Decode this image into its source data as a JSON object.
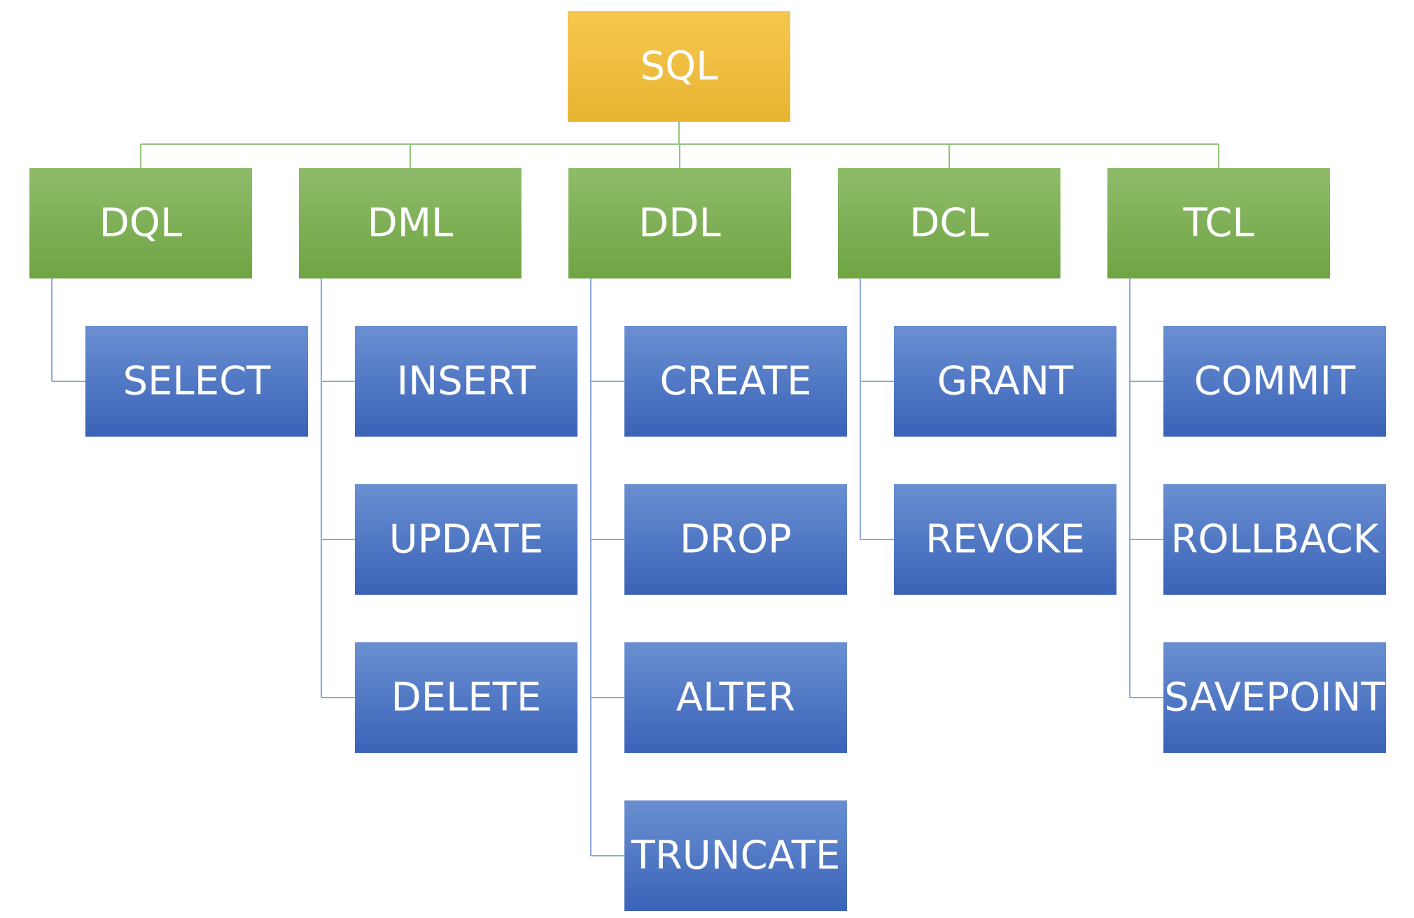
{
  "colors": {
    "root_top": "#f6c74f",
    "root_bottom": "#e8b432",
    "category_top": "#8fbc6b",
    "category_bottom": "#6fa443",
    "command_top": "#6a8fd1",
    "command_bottom": "#3a63b8",
    "root_connector": "#93c47d",
    "leaf_connector": "#8ea9db",
    "text": "#ffffff"
  },
  "root": {
    "label": "SQL"
  },
  "categories": [
    {
      "label": "DQL",
      "commands": [
        "SELECT"
      ]
    },
    {
      "label": "DML",
      "commands": [
        "INSERT",
        "UPDATE",
        "DELETE"
      ]
    },
    {
      "label": "DDL",
      "commands": [
        "CREATE",
        "DROP",
        "ALTER",
        "TRUNCATE"
      ]
    },
    {
      "label": "DCL",
      "commands": [
        "GRANT",
        "REVOKE"
      ]
    },
    {
      "label": "TCL",
      "commands": [
        "COMMIT",
        "ROLLBACK",
        "SAVEPOINT"
      ]
    }
  ]
}
